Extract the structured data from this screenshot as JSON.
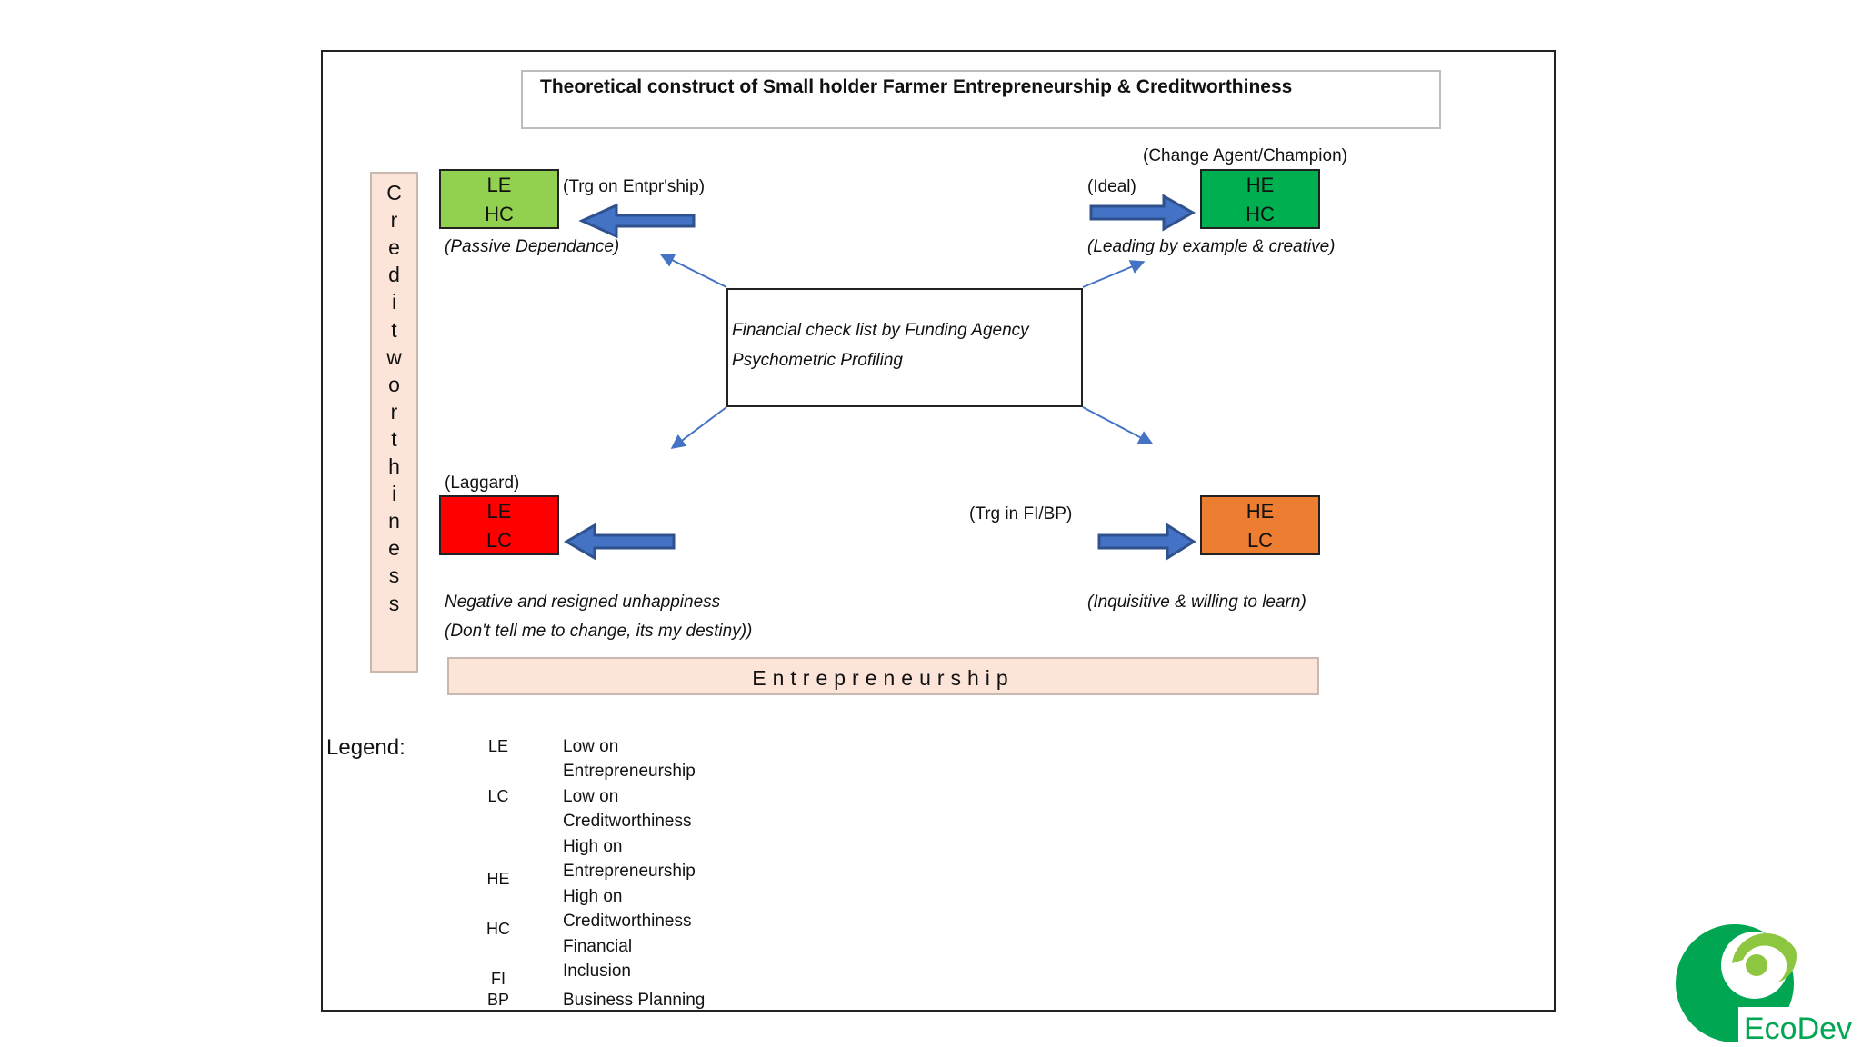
{
  "title": "Theoretical construct of Small holder Farmer Entrepreneurship & Creditworthiness",
  "colors": {
    "le_hc": "#92d050",
    "he_hc": "#00b050",
    "le_lc": "#ff0000",
    "he_lc": "#ed7d31",
    "arrow_fill": "#4472c4",
    "arrow_stroke": "#2f528f",
    "axis_bar": "#fce4d9",
    "logo_green": "#00a651",
    "logo_light": "#8dc63f"
  },
  "quadrants": {
    "top_left": {
      "line1": "LE",
      "line2": "HC",
      "side_label": "(Trg on Entpr'ship)",
      "caption": "(Passive Dependance)"
    },
    "top_right": {
      "line1": "HE",
      "line2": "HC",
      "side_label": "(Ideal)",
      "top_label": "(Change Agent/Champion)",
      "caption": "(Leading by example & creative)"
    },
    "bottom_left": {
      "line1": "LE",
      "line2": "LC",
      "top_label": "(Laggard)",
      "caption1": "Negative and resigned unhappiness",
      "caption2": "(Don't tell me to change, its my destiny))"
    },
    "bottom_right": {
      "line1": "HE",
      "line2": "LC",
      "side_label": "(Trg in FI/BP)",
      "caption": "(Inquisitive & willing to learn)"
    }
  },
  "center": {
    "line1": "Financial check list by Funding Agency",
    "line2": "Psychometric Profiling"
  },
  "y_axis_letters": [
    "C",
    "r",
    "e",
    "d",
    "i",
    "t",
    "w",
    "o",
    "r",
    "t",
    "h",
    "i",
    "n",
    "e",
    "s",
    "s"
  ],
  "x_axis_label": "Entrepreneurship",
  "legend": {
    "title": "Legend:",
    "items": [
      {
        "abbr": "LE",
        "desc1": "Low on",
        "desc2": "Entrepreneurship"
      },
      {
        "abbr": "LC",
        "desc1": "Low on",
        "desc2": "Creditworthiness"
      },
      {
        "abbr": "HE",
        "desc1": "High on",
        "desc2": "Entrepreneurship"
      },
      {
        "abbr": "HC",
        "desc1": "High on",
        "desc2": "Creditworthiness"
      },
      {
        "abbr": "FI",
        "desc1": "Financial",
        "desc2": "Inclusion"
      },
      {
        "abbr": "BP",
        "desc1": "Business Planning",
        "desc2": ""
      }
    ]
  },
  "logo": {
    "text": "EcoDev"
  }
}
